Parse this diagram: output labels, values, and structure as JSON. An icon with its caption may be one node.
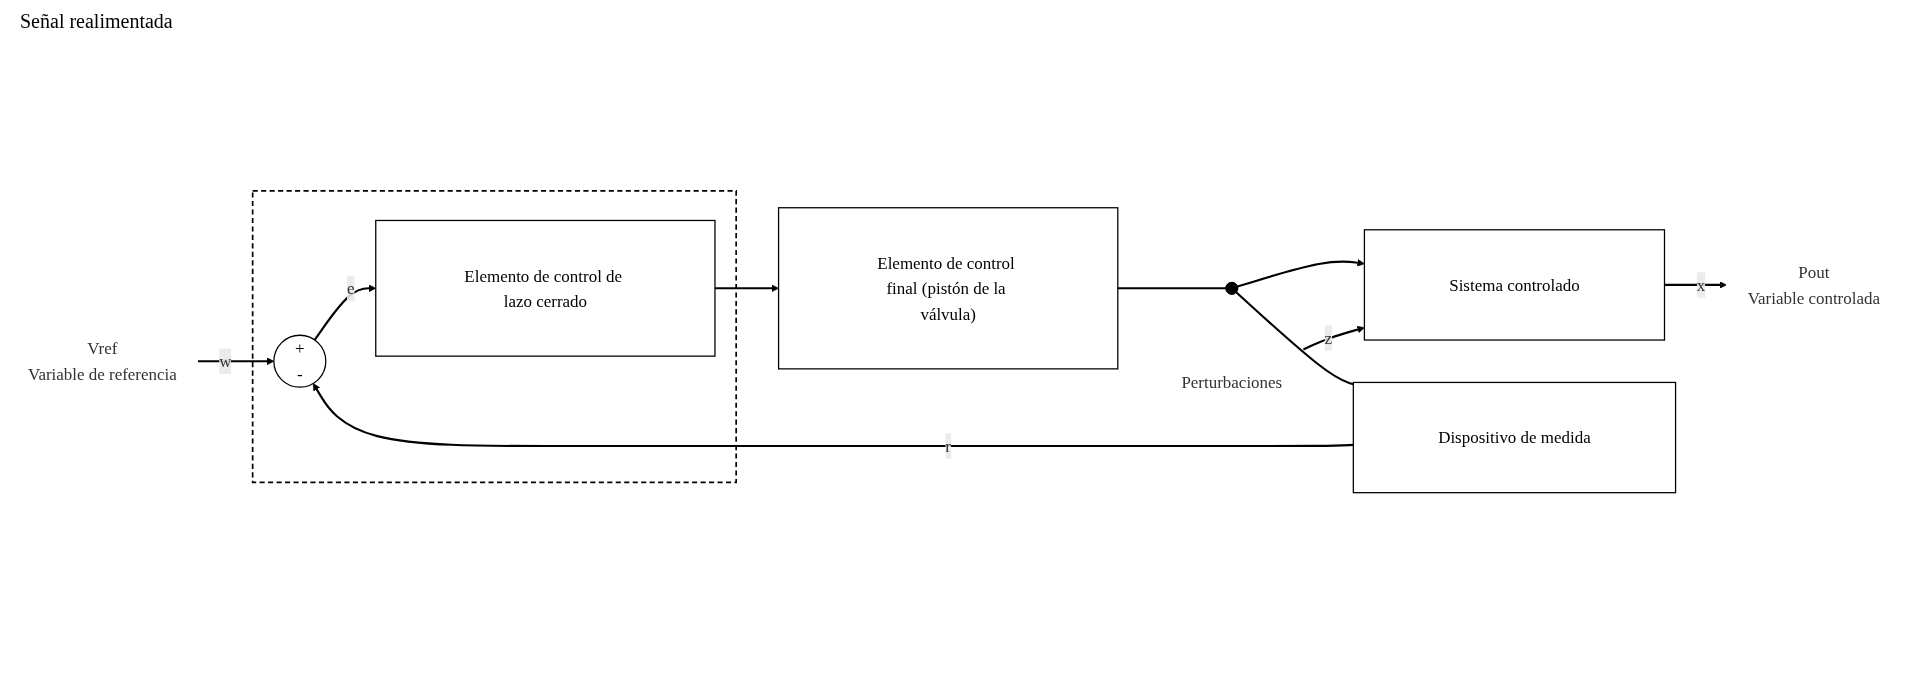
{
  "diagram": {
    "nodes": [
      {
        "text": [],
        "shape": "box"
      },
      {
        "text": [
          "Vref",
          "Variable de referencia"
        ]
      },
      {
        "text": [
          "+",
          "-"
        ],
        "in": 0
      },
      {
        "text": [
          "Elemento de control de lazo cerrado"
        ],
        "in": 0
      },
      {
        "text": [
          "Elemento de control final (pistón de la válvula)"
        ]
      },
      {
        "text": [],
        "shape": "circle"
      },
      {
        "text": [
          "Perturbaciones"
        ]
      },
      {
        "text": [
          "Sistema controlado"
        ]
      },
      {
        "text": [
          "Pout",
          "Variable controlada"
        ]
      },
      {
        "text": [
          "Dispositivo de medida"
        ]
      }
    ],
    "edges": [
      {
        "from": 1,
        "to": 2,
        "arrow": "to",
        "label": "w"
      },
      {
        "from": 2,
        "to": 3,
        "arrow": "to",
        "label": "e"
      },
      {
        "from": 3,
        "to": 4,
        "arrow": "to"
      },
      {
        "from": 4,
        "to": 5,
        "arrow": "none"
      },
      {
        "from": 5,
        "to": 7,
        "arrow": "to"
      },
      {
        "from": 6,
        "to": 7,
        "arrow": "to",
        "label": "z"
      },
      {
        "from": 7,
        "to": 8,
        "arrow": "to",
        "label": "x"
      },
      {
        "from": 5,
        "to": 9,
        "arrow": "none"
      },
      {
        "from": 9,
        "to": 2,
        "arrow": "to",
        "label": "r"
      }
    ],
    "labels": [
      "Señal realimentada"
    ]
  }
}
